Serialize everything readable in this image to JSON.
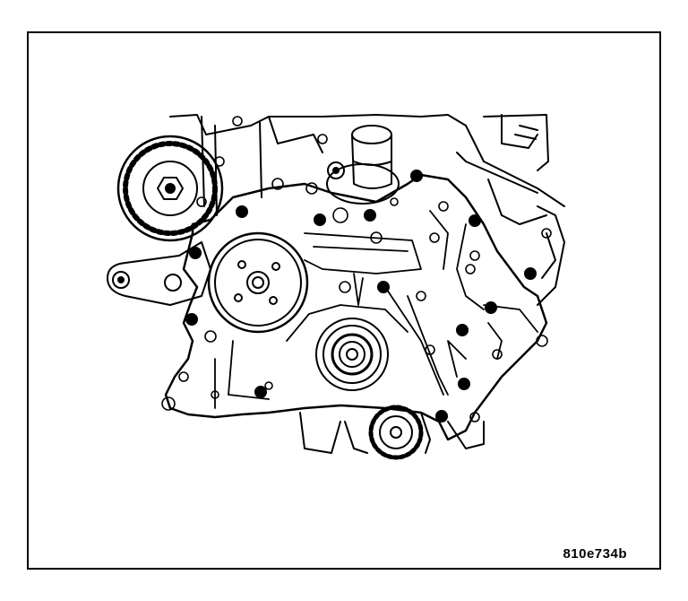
{
  "figure": {
    "id_label": "810e734b"
  },
  "colors": {
    "line": "#000000",
    "paper": "#ffffff",
    "bolt_marker": "#000000"
  },
  "diagram_parts": [
    "timing-chain-cover",
    "water-pump-pulley",
    "crankshaft-seal",
    "thermostat-housing-outlet",
    "cam-sprocket",
    "mounting-bolts"
  ]
}
